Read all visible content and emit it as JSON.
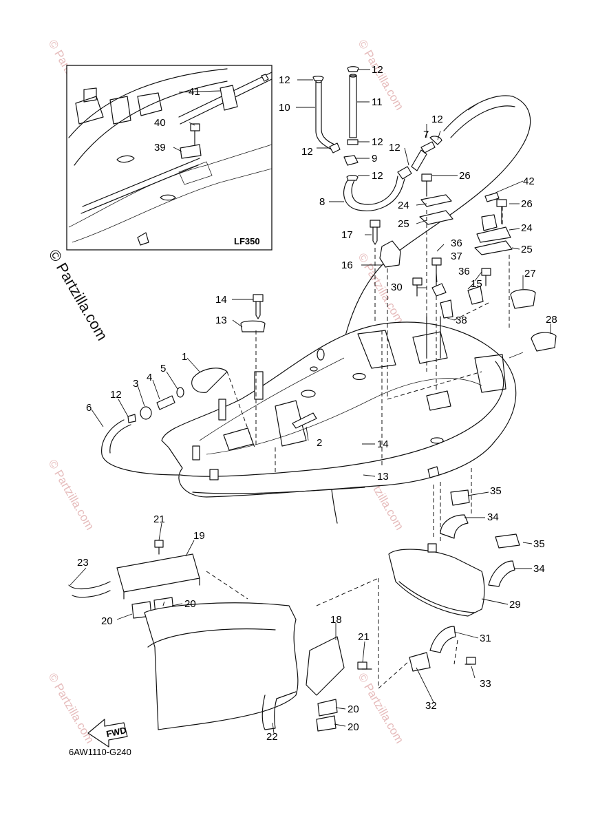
{
  "diagram": {
    "drawing_code": "6AW1110-G240",
    "inset_label": "LF350",
    "fwd_label": "FWD",
    "watermark_main": "© Partzilla.com",
    "watermark_small": "© Partzilla.com",
    "callouts": {
      "c1": "1",
      "c2": "2",
      "c3": "3",
      "c4": "4",
      "c5": "5",
      "c6": "6",
      "c7": "7",
      "c8": "8",
      "c9": "9",
      "c10": "10",
      "c11": "11",
      "c12a": "12",
      "c12b": "12",
      "c12c": "12",
      "c12d": "12",
      "c12e": "12",
      "c12f": "12",
      "c12g": "12",
      "c12h": "12",
      "c13a": "13",
      "c13b": "13",
      "c14a": "14",
      "c14b": "14",
      "c15": "15",
      "c16": "16",
      "c17": "17",
      "c18": "18",
      "c19": "19",
      "c20a": "20",
      "c20b": "20",
      "c20c": "20",
      "c20d": "20",
      "c21a": "21",
      "c21b": "21",
      "c22": "22",
      "c23": "23",
      "c24a": "24",
      "c24b": "24",
      "c25a": "25",
      "c25b": "25",
      "c26a": "26",
      "c26b": "26",
      "c27": "27",
      "c28": "28",
      "c29": "29",
      "c30": "30",
      "c31": "31",
      "c32": "32",
      "c33": "33",
      "c34a": "34",
      "c34b": "34",
      "c35a": "35",
      "c35b": "35",
      "c36a": "36",
      "c36b": "36",
      "c37": "37",
      "c38": "38",
      "c39": "39",
      "c40": "40",
      "c41": "41",
      "c42": "42"
    }
  }
}
